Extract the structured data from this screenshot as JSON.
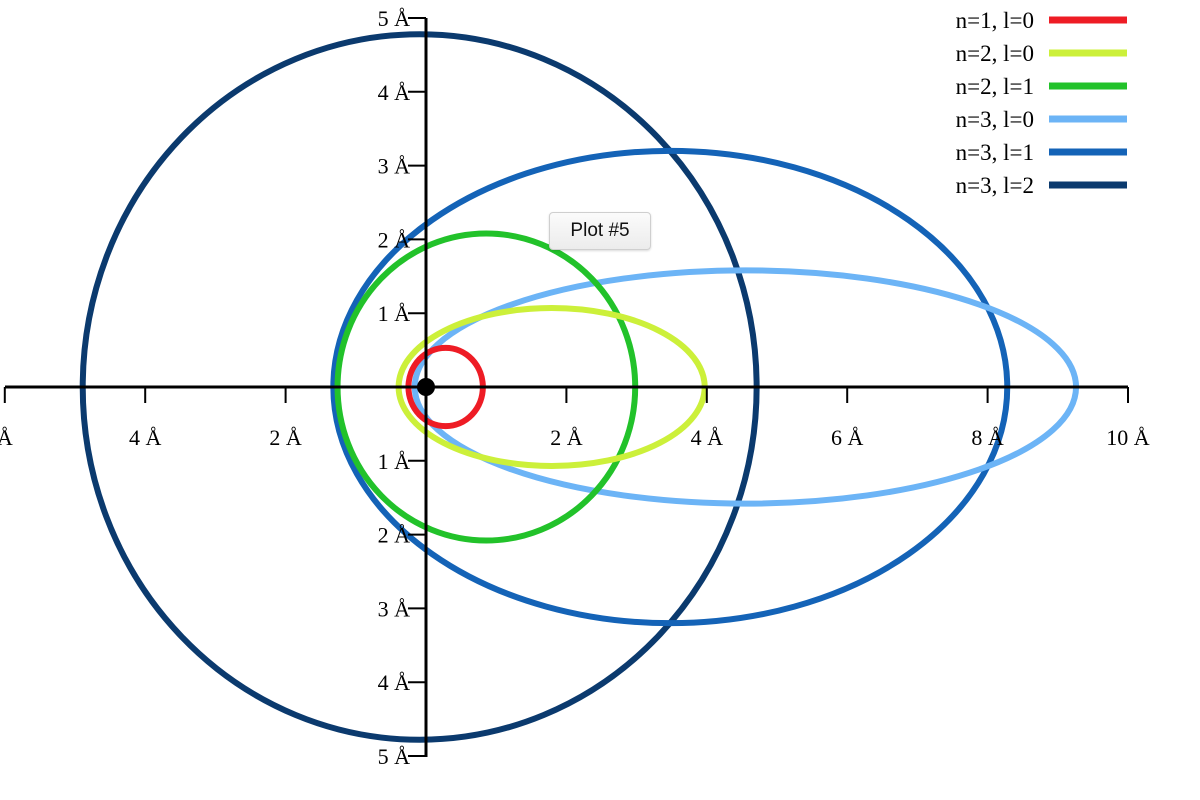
{
  "plot_button": {
    "label": "Plot #5"
  },
  "chart_data": {
    "type": "orbit-ellipses",
    "title": "",
    "xlabel": "",
    "ylabel": "",
    "unit": "Å",
    "xlim": [
      -6,
      10
    ],
    "ylim": [
      -5,
      5
    ],
    "x_ticks": [
      -6,
      -4,
      -2,
      2,
      4,
      6,
      8,
      10
    ],
    "x_tick_labels": [
      "Å",
      "4 Å",
      "2 Å",
      "2 Å",
      "4 Å",
      "6 Å",
      "8 Å",
      "10 Å"
    ],
    "y_ticks": [
      5,
      4,
      3,
      2,
      1,
      -1,
      -2,
      -3,
      -4,
      -5
    ],
    "y_tick_labels": [
      "5 Å",
      "4 Å",
      "3 Å",
      "2 Å",
      "1 Å",
      "1 Å",
      "2 Å",
      "3 Å",
      "4 Å",
      "5 Å"
    ],
    "grid": false,
    "legend_position": "top-right",
    "nucleus": {
      "x": 0,
      "y": 0,
      "color": "#000000"
    },
    "series": [
      {
        "name": "n=1, l=0",
        "color": "#ee1c25",
        "cx": 0.28,
        "cy": 0,
        "rx": 0.53,
        "ry": 0.53
      },
      {
        "name": "n=2, l=0",
        "color": "#ccf03a",
        "cx": 1.79,
        "cy": 0,
        "rx": 2.18,
        "ry": 1.07
      },
      {
        "name": "n=2, l=1",
        "color": "#22c22a",
        "cx": 0.86,
        "cy": 0,
        "rx": 2.12,
        "ry": 2.08
      },
      {
        "name": "n=3, l=0",
        "color": "#6cb4f6",
        "cx": 4.55,
        "cy": 0,
        "rx": 4.71,
        "ry": 1.58
      },
      {
        "name": "n=3, l=1",
        "color": "#1463b7",
        "cx": 3.48,
        "cy": 0,
        "rx": 4.8,
        "ry": 3.2
      },
      {
        "name": "n=3, l=2",
        "color": "#0b3a6e",
        "cx": -0.09,
        "cy": 0,
        "rx": 4.8,
        "ry": 4.78
      }
    ]
  }
}
